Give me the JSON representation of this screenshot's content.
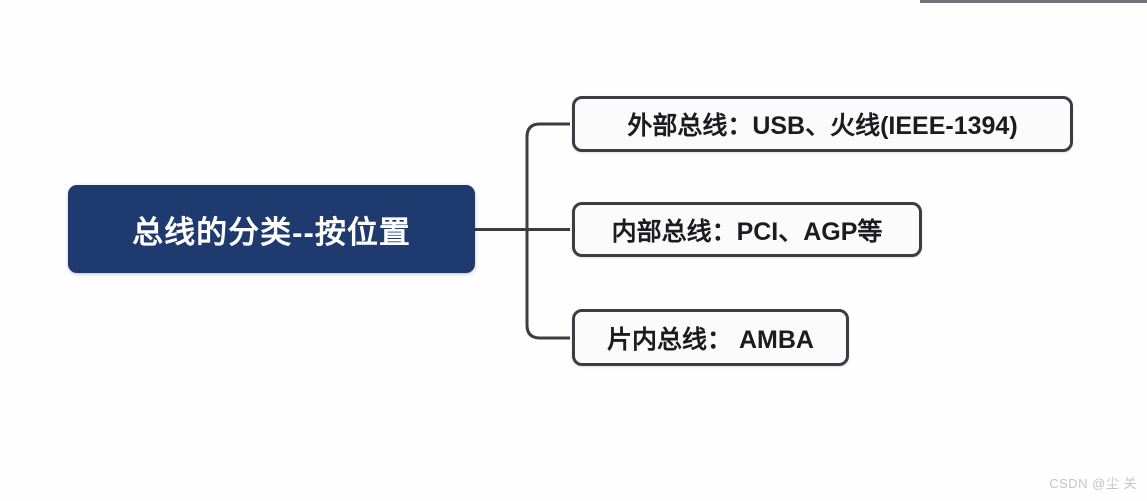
{
  "diagram": {
    "root": {
      "label": "总线的分类--按位置"
    },
    "children": [
      {
        "id": "external-bus",
        "label": "外部总线：USB、火线(IEEE-1394)"
      },
      {
        "id": "internal-bus",
        "label": "内部总线：PCI、AGP等"
      },
      {
        "id": "onchip-bus",
        "label": "片内总线： AMBA"
      }
    ]
  },
  "watermark": "CSDN @尘 关",
  "colors": {
    "root_fill": "#1e3a6e",
    "root_text": "#ffffff",
    "child_fill": "#fbfbfb",
    "child_text": "#1c1c1e",
    "line": "#3d3d41",
    "watermark_text": "#c2c5cb",
    "topbar": "#42434e",
    "canvas_bg": "#fefefe"
  }
}
